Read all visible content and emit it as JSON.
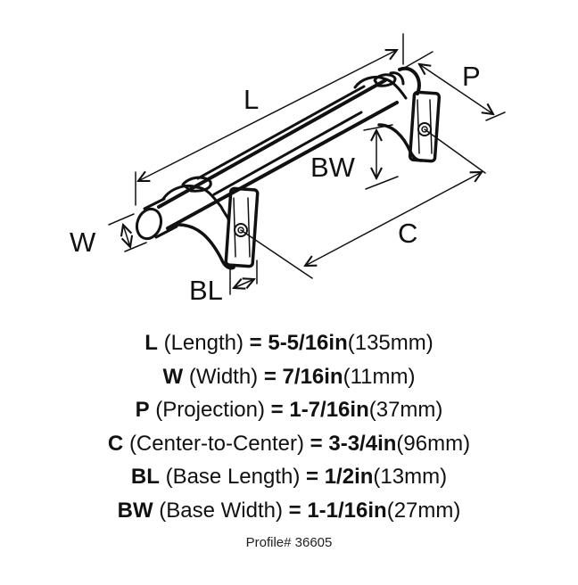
{
  "diagram": {
    "labels": {
      "L": "L",
      "W": "W",
      "P": "P",
      "C": "C",
      "BL": "BL",
      "BW": "BW"
    }
  },
  "specs": [
    {
      "code": "L",
      "name": "(Length)",
      "eq": "=",
      "inch": "5-5/16in",
      "mm": "(135mm)"
    },
    {
      "code": "W",
      "name": "(Width)",
      "eq": "=",
      "inch": "7/16in",
      "mm": "(11mm)"
    },
    {
      "code": "P",
      "name": "(Projection)",
      "eq": "=",
      "inch": "1-7/16in",
      "mm": "(37mm)"
    },
    {
      "code": "C",
      "name": "(Center-to-Center)",
      "eq": "=",
      "inch": "3-3/4in",
      "mm": "(96mm)"
    },
    {
      "code": "BL",
      "name": "(Base Length)",
      "eq": "=",
      "inch": "1/2in",
      "mm": "(13mm)"
    },
    {
      "code": "BW",
      "name": "(Base Width)",
      "eq": "=",
      "inch": "1-1/16in",
      "mm": "(27mm)"
    }
  ],
  "profile": "Profile# 36605"
}
